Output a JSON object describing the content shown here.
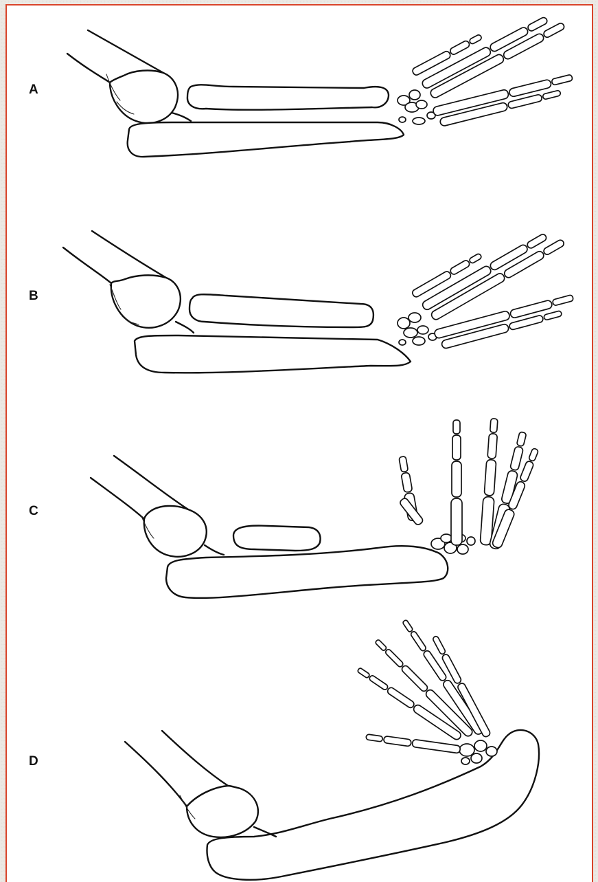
{
  "figure": {
    "border_color": "#d9442a",
    "panels": [
      {
        "id": "A",
        "label": "A"
      },
      {
        "id": "B",
        "label": "B"
      },
      {
        "id": "C",
        "label": "C"
      },
      {
        "id": "D",
        "label": "D"
      }
    ]
  }
}
